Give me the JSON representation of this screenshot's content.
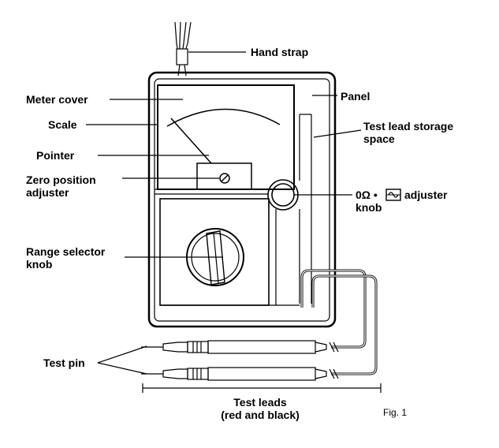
{
  "labels": {
    "hand_strap": "Hand strap",
    "meter_cover": "Meter cover",
    "panel": "Panel",
    "scale": "Scale",
    "test_lead_storage_1": "Test lead storage",
    "test_lead_storage_2": "space",
    "pointer": "Pointer",
    "zero_position_1": "Zero position",
    "zero_position_2": "adjuster",
    "ohm_adjuster_1a": "0Ω •",
    "ohm_adjuster_1b": "adjuster",
    "ohm_adjuster_2": "knob",
    "range_selector_1": "Range selector",
    "range_selector_2": "knob",
    "test_pin": "Test pin",
    "test_leads_1": "Test leads",
    "test_leads_2": "(red and black)",
    "figure_caption": "Fig. 1"
  },
  "icons": {
    "ohm_adjuster_symbol": "boxed-sine-wave-icon"
  }
}
